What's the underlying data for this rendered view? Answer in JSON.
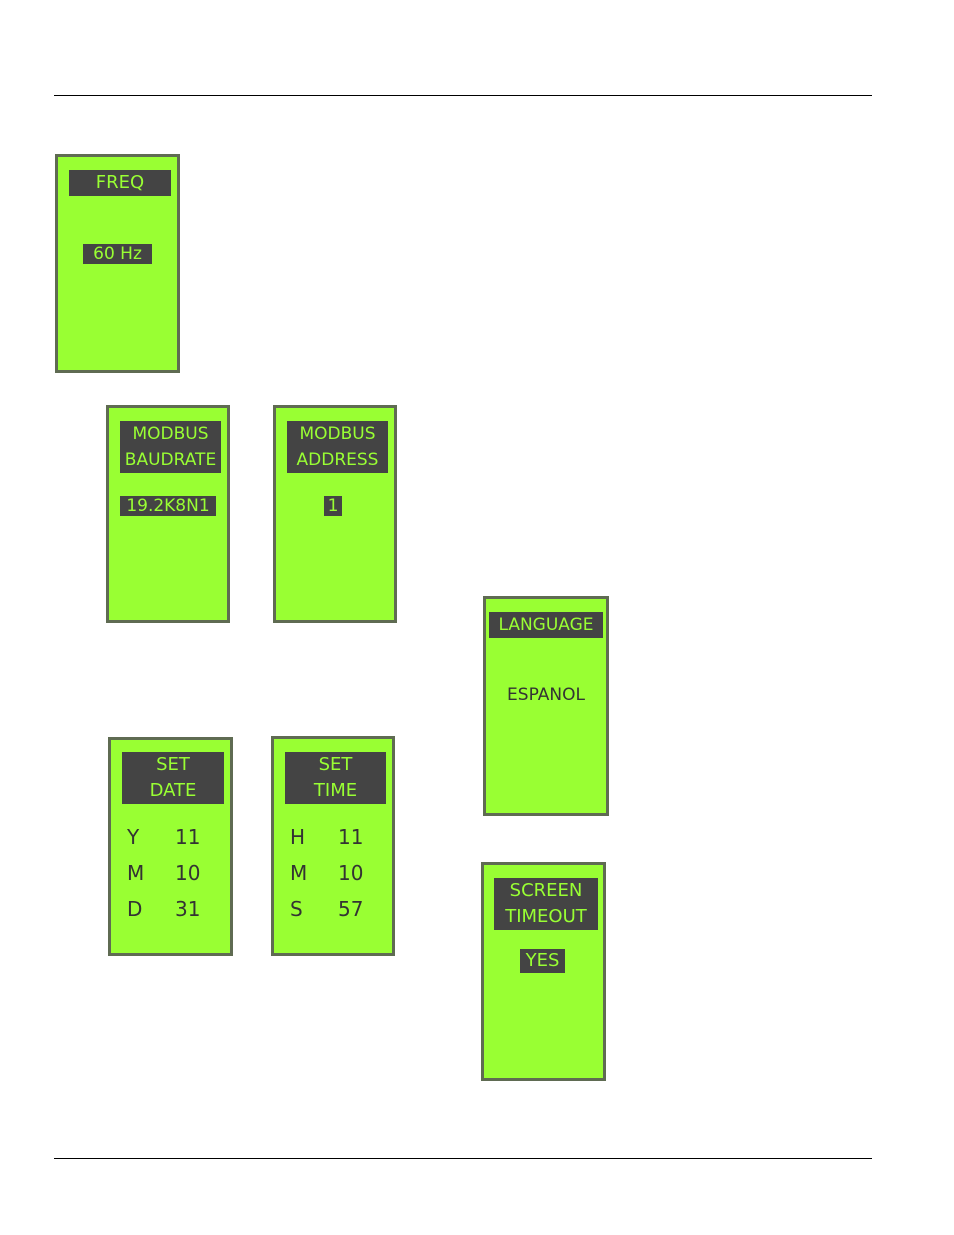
{
  "colors": {
    "screen_bg": "#99ff33",
    "highlight_bg": "#444444",
    "border": "#5f6b52",
    "text": "#333333"
  },
  "screens": {
    "freq": {
      "title": [
        "FREQ"
      ],
      "value": "60 Hz"
    },
    "baudrate": {
      "title": [
        "MODBUS",
        "BAUDRATE"
      ],
      "value": "19.2K8N1"
    },
    "address": {
      "title": [
        "MODBUS",
        "ADDRESS"
      ],
      "value": "1"
    },
    "language": {
      "title": [
        "LANGUAGE"
      ],
      "value": "ESPANOL"
    },
    "set_date": {
      "title": [
        "SET",
        "DATE"
      ],
      "rows": [
        {
          "key": "Y",
          "value": "11"
        },
        {
          "key": "M",
          "value": "10"
        },
        {
          "key": "D",
          "value": "31"
        }
      ]
    },
    "set_time": {
      "title": [
        "SET",
        "TIME"
      ],
      "rows": [
        {
          "key": "H",
          "value": "11"
        },
        {
          "key": "M",
          "value": "10"
        },
        {
          "key": "S",
          "value": "57"
        }
      ]
    },
    "screen_timeout": {
      "title": [
        "SCREEN",
        "TIMEOUT"
      ],
      "value": "YES"
    }
  }
}
